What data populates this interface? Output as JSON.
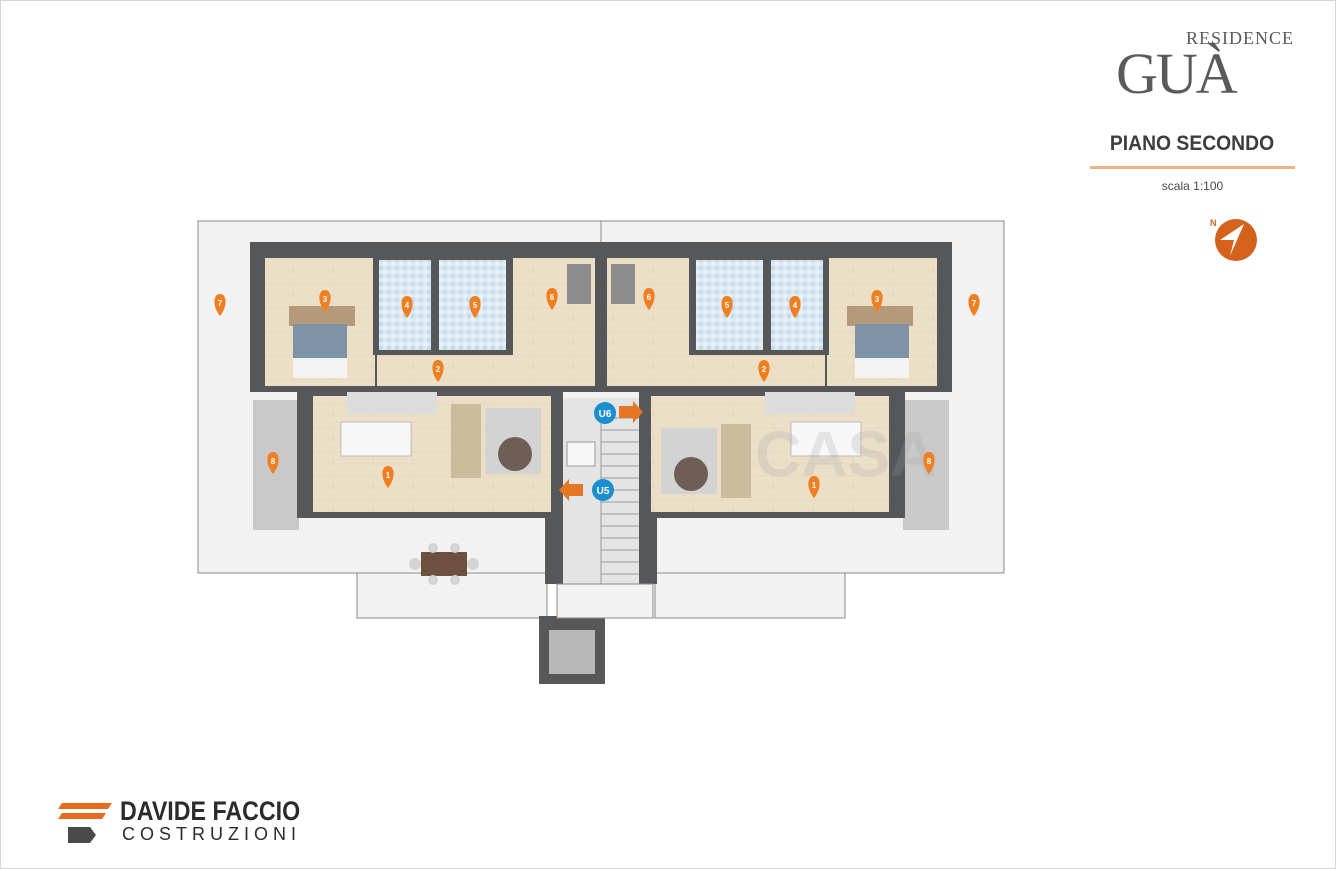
{
  "brand": {
    "residence": "RESIDENCE",
    "name": "GUÀ"
  },
  "floor": {
    "title": "PIANO SECONDO",
    "scale": "scala 1:100"
  },
  "colors": {
    "wall": "#555759",
    "floor_wood": "#ecdfc8",
    "terrace": "#ececec",
    "marker_orange": "#f07f22",
    "marker_blue": "#1a8ed1",
    "accent_rule": "#f2b183",
    "north_icon": "#d5621c"
  },
  "plan": {
    "room_markers": [
      "1",
      "2",
      "3",
      "4",
      "5",
      "6",
      "7",
      "8"
    ],
    "unit_labels": [
      "U6",
      "U5"
    ],
    "watermark": "CASA"
  },
  "company": {
    "line1": "DAVIDE FACCIO",
    "line2": "COSTRUZIONI"
  }
}
